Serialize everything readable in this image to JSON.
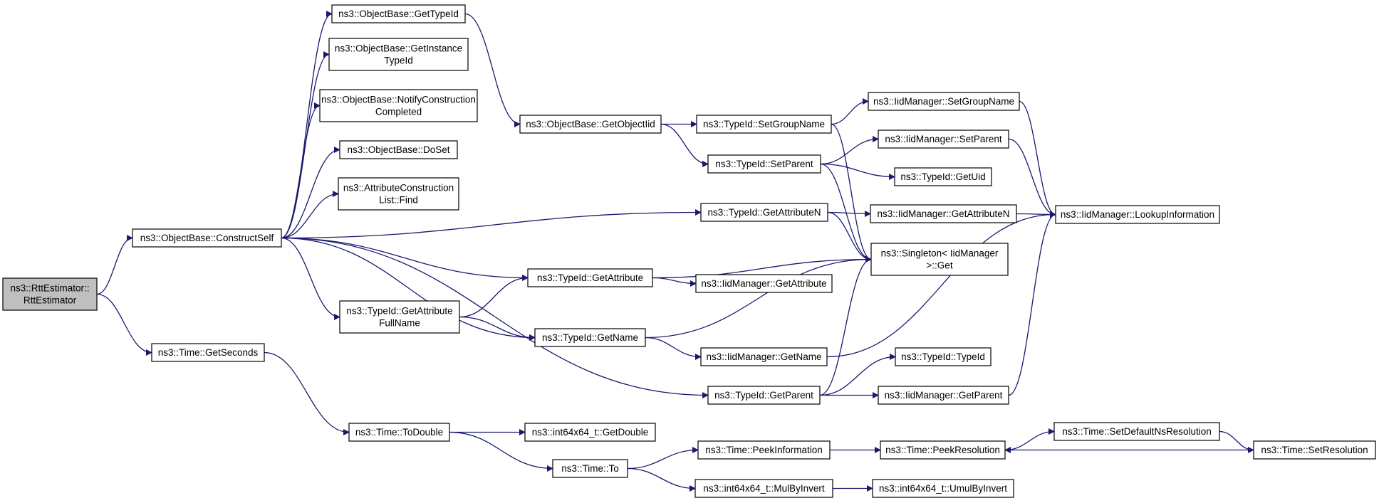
{
  "colors": {
    "edge": "#191970",
    "root_fill": "#bfbfbf",
    "node_fill": "#ffffff",
    "node_border": "#000000"
  },
  "nodes": [
    {
      "id": "rtt",
      "lines": [
        "ns3::RttEstimator::",
        "RttEstimator"
      ],
      "root": true
    },
    {
      "id": "construct",
      "lines": [
        "ns3::ObjectBase::ConstructSelf"
      ]
    },
    {
      "id": "getseconds",
      "lines": [
        "ns3::Time::GetSeconds"
      ]
    },
    {
      "id": "gettypeid",
      "lines": [
        "ns3::ObjectBase::GetTypeId"
      ]
    },
    {
      "id": "getinstance",
      "lines": [
        "ns3::ObjectBase::GetInstance",
        "TypeId"
      ]
    },
    {
      "id": "notify",
      "lines": [
        "ns3::ObjectBase::NotifyConstruction",
        "Completed"
      ]
    },
    {
      "id": "doset",
      "lines": [
        "ns3::ObjectBase::DoSet"
      ]
    },
    {
      "id": "attrfind",
      "lines": [
        "ns3::AttributeConstruction",
        "List::Find"
      ]
    },
    {
      "id": "getattrfull",
      "lines": [
        "ns3::TypeId::GetAttribute",
        "FullName"
      ]
    },
    {
      "id": "getobjectiid",
      "lines": [
        "ns3::ObjectBase::GetObjectIid"
      ]
    },
    {
      "id": "getattribute",
      "lines": [
        "ns3::TypeId::GetAttribute"
      ]
    },
    {
      "id": "getname",
      "lines": [
        "ns3::TypeId::GetName"
      ]
    },
    {
      "id": "todouble",
      "lines": [
        "ns3::Time::ToDouble"
      ]
    },
    {
      "id": "timeto",
      "lines": [
        "ns3::Time::To"
      ]
    },
    {
      "id": "getdouble",
      "lines": [
        "ns3::int64x64_t::GetDouble"
      ]
    },
    {
      "id": "setgroupname",
      "lines": [
        "ns3::TypeId::SetGroupName"
      ]
    },
    {
      "id": "setparent",
      "lines": [
        "ns3::TypeId::SetParent"
      ]
    },
    {
      "id": "getattributen",
      "lines": [
        "ns3::TypeId::GetAttributeN"
      ]
    },
    {
      "id": "getparent",
      "lines": [
        "ns3::TypeId::GetParent"
      ]
    },
    {
      "id": "peekinfo",
      "lines": [
        "ns3::Time::PeekInformation"
      ]
    },
    {
      "id": "mulbyinvert",
      "lines": [
        "ns3::int64x64_t::MulByInvert"
      ]
    },
    {
      "id": "iid_getattribute",
      "lines": [
        "ns3::IidManager::GetAttribute"
      ]
    },
    {
      "id": "iid_getname",
      "lines": [
        "ns3::IidManager::GetName"
      ]
    },
    {
      "id": "iid_setgroupname",
      "lines": [
        "ns3::IidManager::SetGroupName"
      ]
    },
    {
      "id": "iid_setparent",
      "lines": [
        "ns3::IidManager::SetParent"
      ]
    },
    {
      "id": "getuid",
      "lines": [
        "ns3::TypeId::GetUid"
      ]
    },
    {
      "id": "iid_getattributen",
      "lines": [
        "ns3::IidManager::GetAttributeN"
      ]
    },
    {
      "id": "singleton",
      "lines": [
        "ns3::Singleton< IidManager",
        ">::Get"
      ]
    },
    {
      "id": "typeid_typeid",
      "lines": [
        "ns3::TypeId::TypeId"
      ]
    },
    {
      "id": "iid_getparent",
      "lines": [
        "ns3::IidManager::GetParent"
      ]
    },
    {
      "id": "peekres",
      "lines": [
        "ns3::Time::PeekResolution"
      ]
    },
    {
      "id": "umulbyinvert",
      "lines": [
        "ns3::int64x64_t::UmulByInvert"
      ]
    },
    {
      "id": "lookup",
      "lines": [
        "ns3::IidManager::LookupInformation"
      ]
    },
    {
      "id": "setdefaultns",
      "lines": [
        "ns3::Time::SetDefaultNsResolution"
      ]
    },
    {
      "id": "setresolution",
      "lines": [
        "ns3::Time::SetResolution"
      ]
    }
  ],
  "edges": [
    [
      "rtt",
      "construct"
    ],
    [
      "rtt",
      "getseconds"
    ],
    [
      "construct",
      "gettypeid"
    ],
    [
      "construct",
      "getinstance"
    ],
    [
      "construct",
      "notify"
    ],
    [
      "construct",
      "doset"
    ],
    [
      "construct",
      "attrfind"
    ],
    [
      "construct",
      "getattrfull"
    ],
    [
      "construct",
      "getattribute"
    ],
    [
      "construct",
      "getname"
    ],
    [
      "construct",
      "getattributen"
    ],
    [
      "construct",
      "getparent"
    ],
    [
      "gettypeid",
      "getobjectiid"
    ],
    [
      "getobjectiid",
      "setgroupname"
    ],
    [
      "getobjectiid",
      "setparent"
    ],
    [
      "setgroupname",
      "iid_setgroupname"
    ],
    [
      "setgroupname",
      "singleton"
    ],
    [
      "setparent",
      "iid_setparent"
    ],
    [
      "setparent",
      "getuid"
    ],
    [
      "setparent",
      "singleton"
    ],
    [
      "getattributen",
      "iid_getattributen"
    ],
    [
      "getattributen",
      "singleton"
    ],
    [
      "getattrfull",
      "getattribute"
    ],
    [
      "getattrfull",
      "getname"
    ],
    [
      "getattribute",
      "singleton"
    ],
    [
      "getattribute",
      "iid_getattribute"
    ],
    [
      "getname",
      "singleton"
    ],
    [
      "getname",
      "iid_getname"
    ],
    [
      "getparent",
      "singleton"
    ],
    [
      "getparent",
      "typeid_typeid"
    ],
    [
      "getparent",
      "iid_getparent"
    ],
    [
      "iid_setgroupname",
      "lookup"
    ],
    [
      "iid_setparent",
      "lookup"
    ],
    [
      "iid_getattributen",
      "lookup"
    ],
    [
      "iid_getname",
      "lookup"
    ],
    [
      "iid_getparent",
      "lookup"
    ],
    [
      "getseconds",
      "todouble"
    ],
    [
      "todouble",
      "getdouble"
    ],
    [
      "todouble",
      "timeto"
    ],
    [
      "timeto",
      "peekinfo"
    ],
    [
      "timeto",
      "mulbyinvert"
    ],
    [
      "peekinfo",
      "peekres"
    ],
    [
      "mulbyinvert",
      "umulbyinvert"
    ],
    [
      "peekres",
      "setdefaultns"
    ],
    [
      "setdefaultns",
      "setresolution"
    ],
    [
      "setresolution",
      "peekres"
    ]
  ]
}
